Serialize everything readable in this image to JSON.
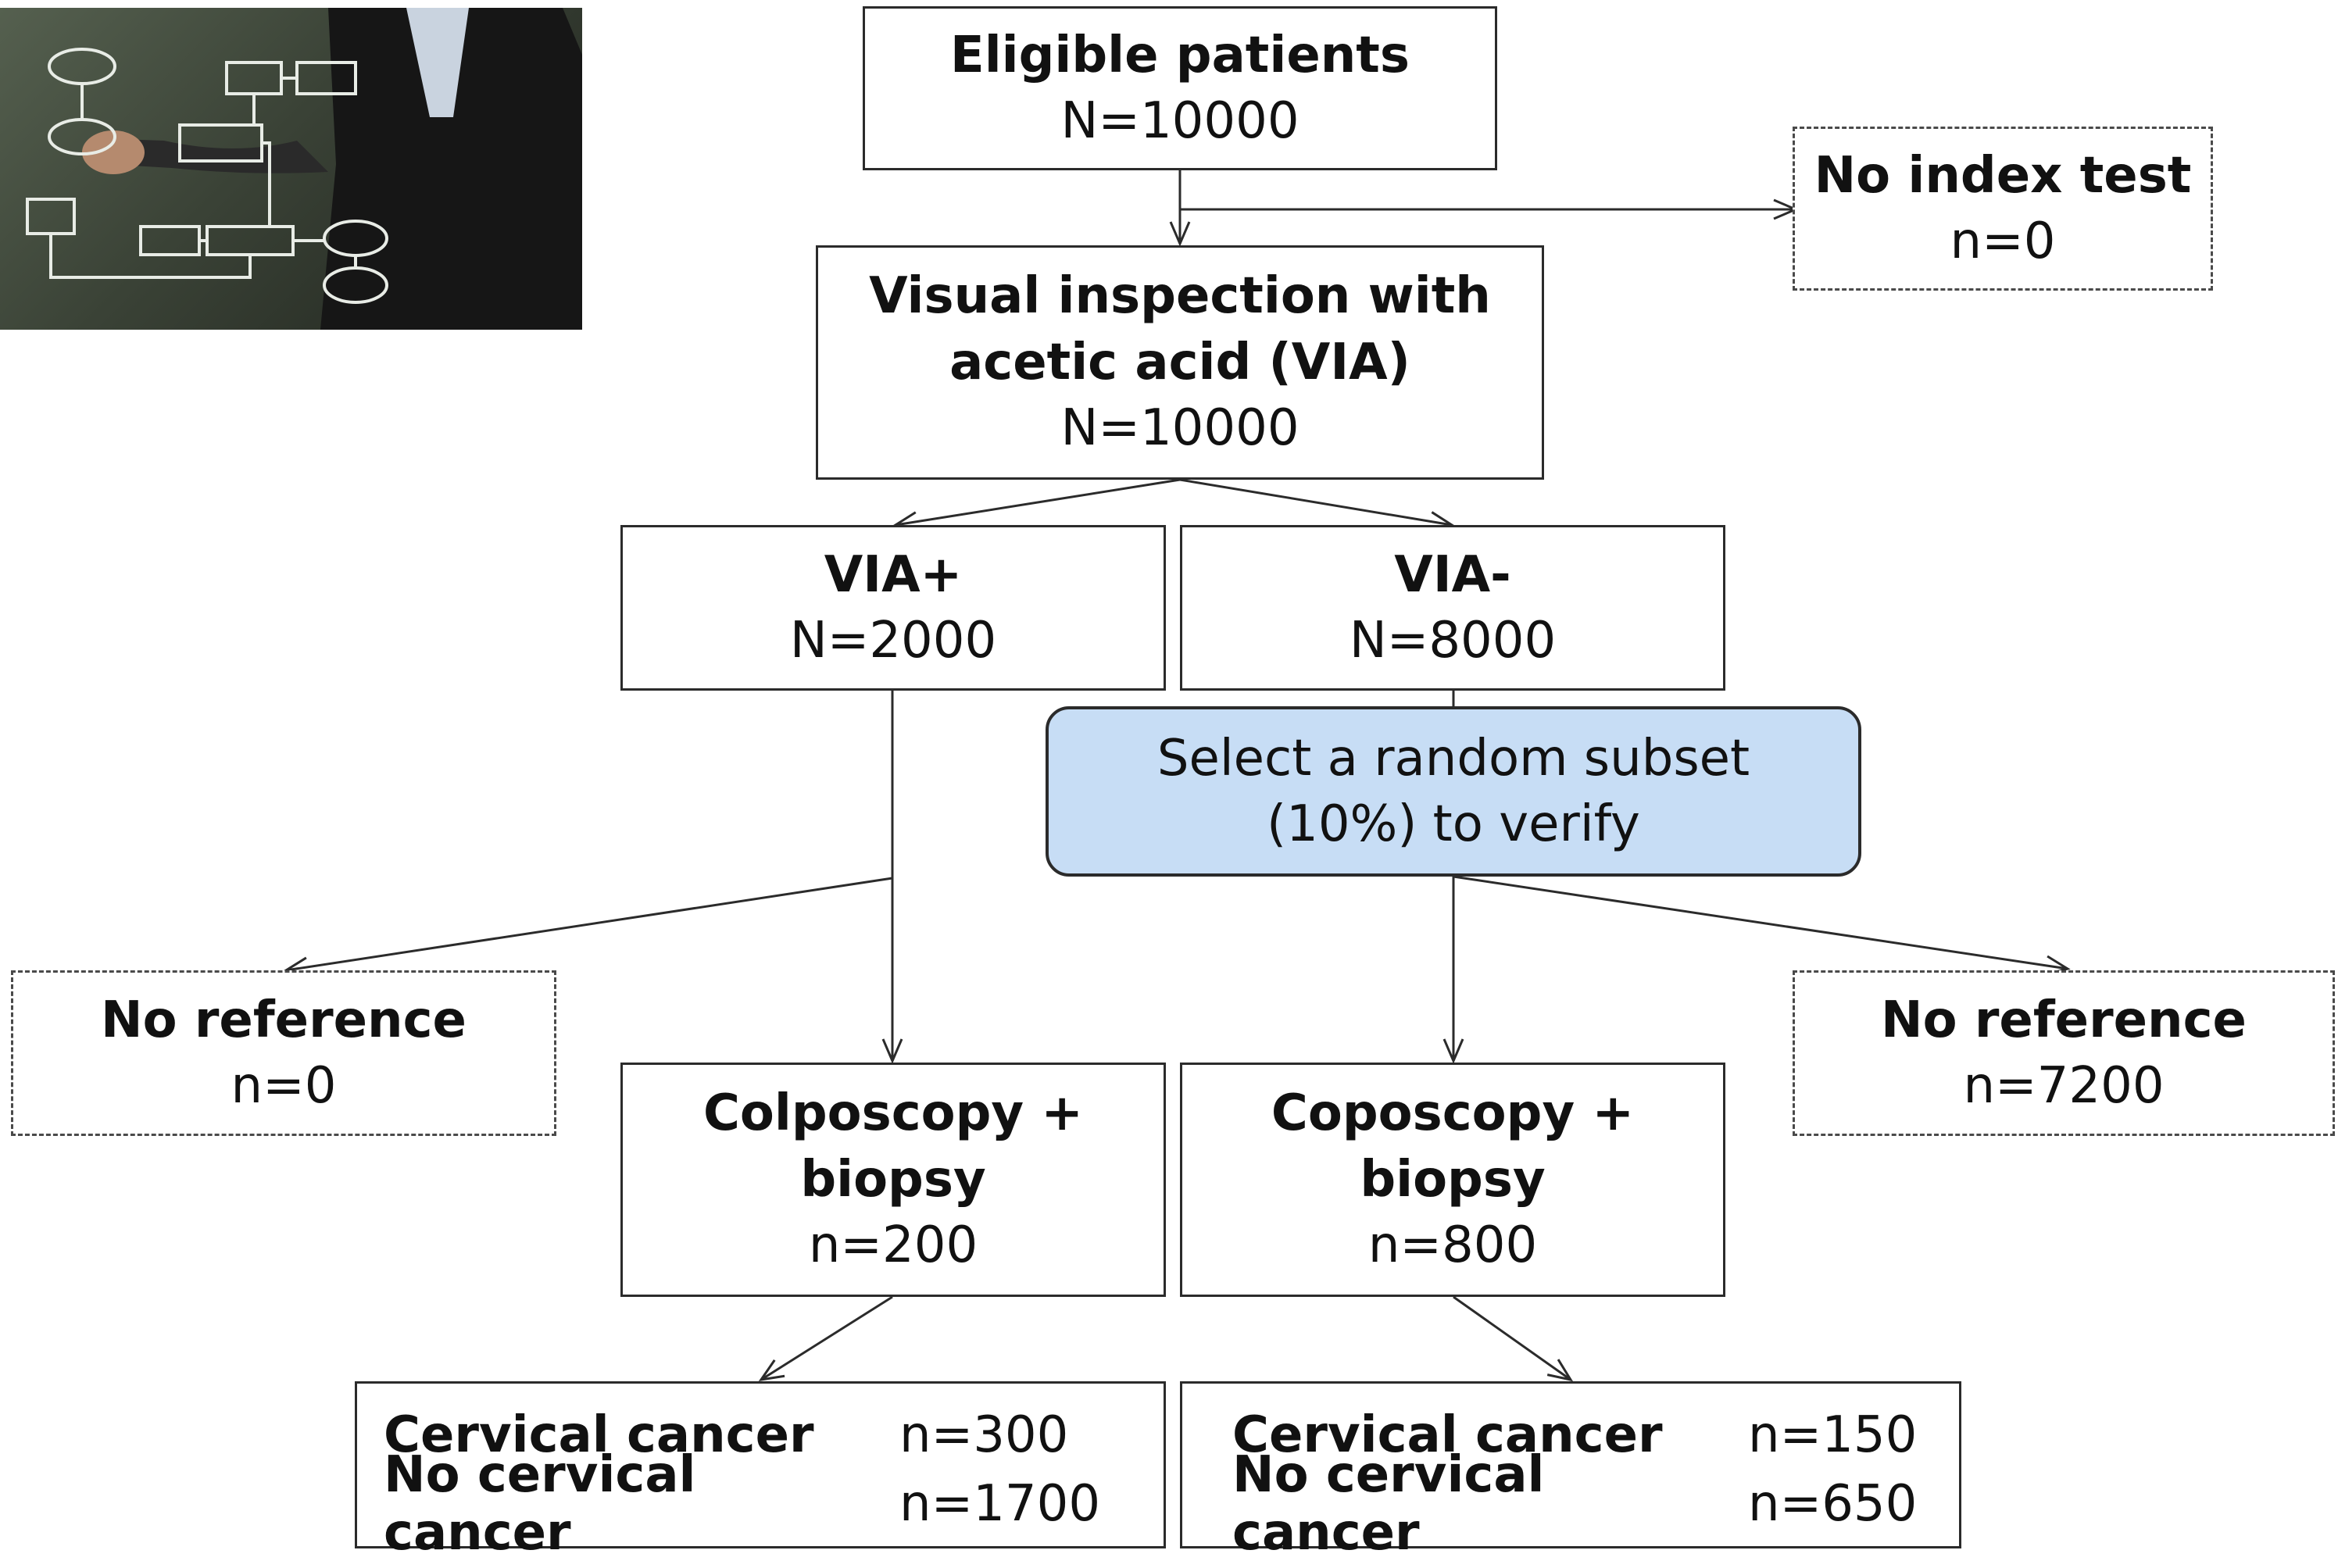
{
  "diagram": {
    "eligible": {
      "title": "Eligible patients",
      "count": "N=10000"
    },
    "no_index": {
      "title": "No index test",
      "count": "n=0"
    },
    "via": {
      "title_line1": "Visual inspection with",
      "title_line2": "acetic acid (VIA)",
      "count": "N=10000"
    },
    "via_pos": {
      "title": "VIA+",
      "count": "N=2000"
    },
    "via_neg": {
      "title": "VIA-",
      "count": "N=8000"
    },
    "subset": {
      "line1": "Select a random subset",
      "line2": "(10%) to verify"
    },
    "no_ref_left": {
      "title": "No reference",
      "count": "n=0"
    },
    "no_ref_right": {
      "title": "No reference",
      "count": "n=7200"
    },
    "colpo_left": {
      "line1": "Colposcopy +",
      "line2": "biopsy",
      "count": "n=200"
    },
    "colpo_right": {
      "line1": "Coposcopy +",
      "line2": "biopsy",
      "count": "n=800"
    },
    "outcome_left": {
      "cancer_label": "Cervical cancer",
      "cancer_count": "n=300",
      "no_cancer_label": "No cervical cancer",
      "no_cancer_count": "n=1700"
    },
    "outcome_right": {
      "cancer_label": "Cervical cancer",
      "cancer_count": "n=150",
      "no_cancer_label": "No cervical cancer",
      "no_cancer_count": "n=650"
    }
  },
  "colors": {
    "highlight_fill": "#c7ddf5",
    "line": "#2b2b2b"
  }
}
